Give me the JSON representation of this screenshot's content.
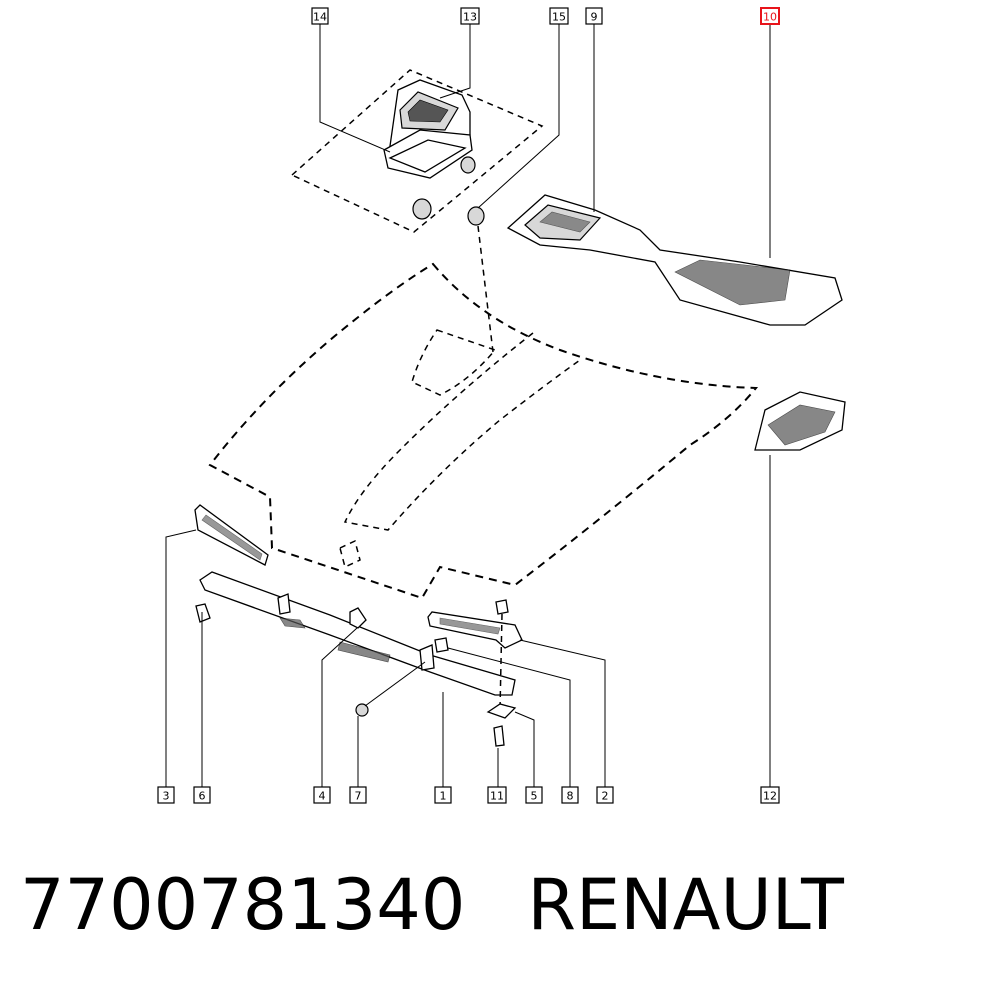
{
  "diagram": {
    "callouts": [
      {
        "label": "14",
        "highlight": false
      },
      {
        "label": "13",
        "highlight": false
      },
      {
        "label": "15",
        "highlight": false
      },
      {
        "label": "9",
        "highlight": false
      },
      {
        "label": "10",
        "highlight": true
      },
      {
        "label": "3",
        "highlight": false
      },
      {
        "label": "6",
        "highlight": false
      },
      {
        "label": "4",
        "highlight": false
      },
      {
        "label": "7",
        "highlight": false
      },
      {
        "label": "1",
        "highlight": false
      },
      {
        "label": "11",
        "highlight": false
      },
      {
        "label": "5",
        "highlight": false
      },
      {
        "label": "8",
        "highlight": false
      },
      {
        "label": "2",
        "highlight": false
      },
      {
        "label": "12",
        "highlight": false
      }
    ],
    "highlight_color": "#e8141b"
  },
  "footer": {
    "part_number": "7700781340",
    "brand": "RENAULT"
  }
}
